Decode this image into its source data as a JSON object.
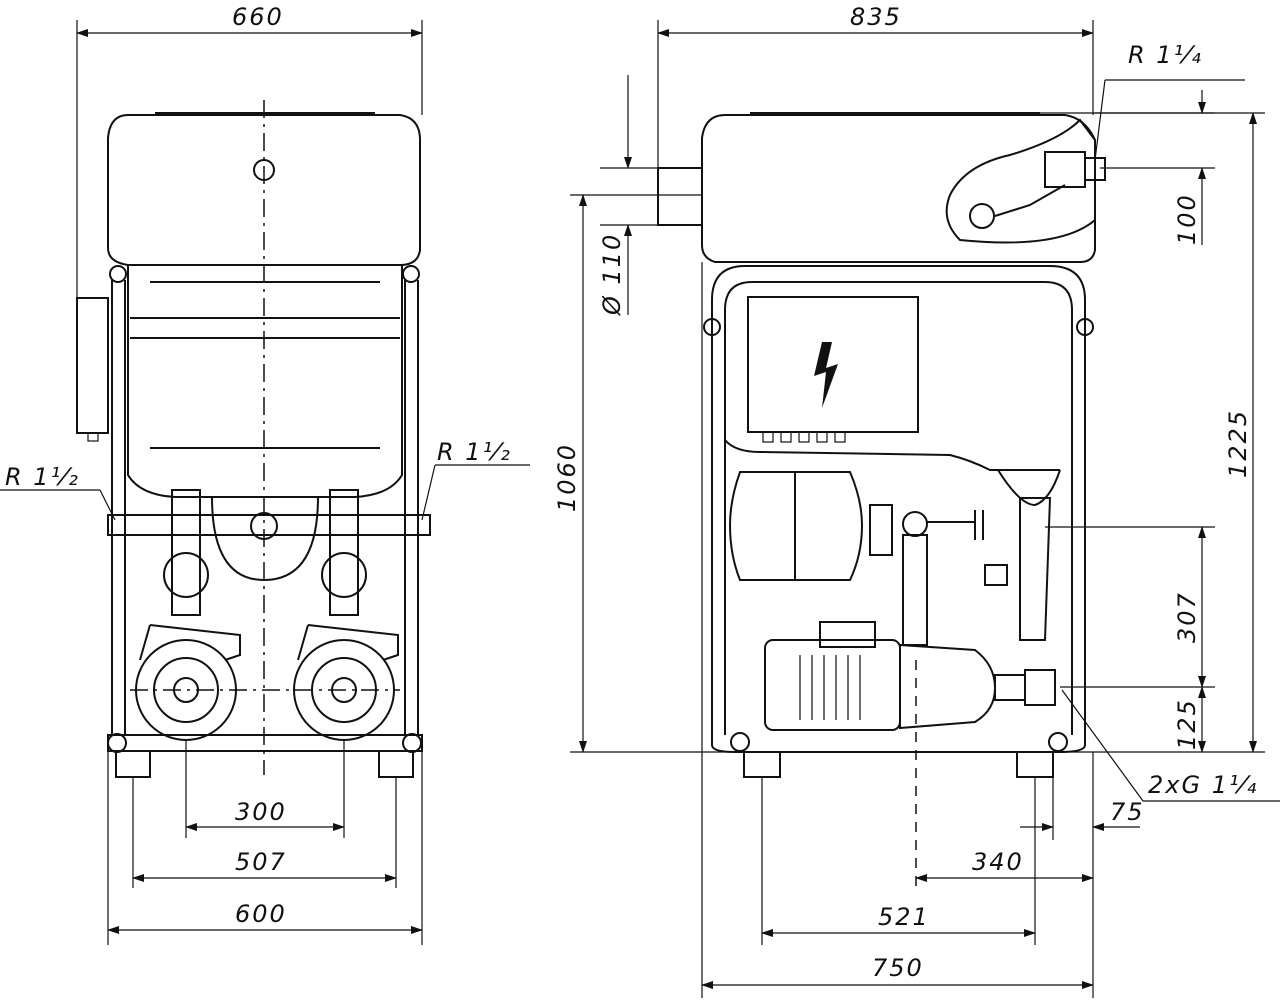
{
  "dimensions": {
    "front_width_top": "660",
    "front_pump_spacing": "300",
    "front_feet_spacing": "507",
    "front_base_width": "600",
    "front_left_connection": "R 1¹⁄₂",
    "front_right_connection": "R 1¹⁄₂",
    "side_width_top": "835",
    "side_top_connection": "R 1¹⁄₄",
    "side_pipe_diameter": "Ø 110",
    "side_height_pipe": "1060",
    "side_height_total": "1225",
    "side_top_offset": "100",
    "side_upper_pipe_height": "307",
    "side_lower_pipe_height": "125",
    "side_outlet_connection": "2xG 1¹⁄₄",
    "side_outlet_offset": "75",
    "side_pump_offset": "340",
    "side_feet_spacing": "521",
    "side_base_width": "750"
  },
  "icons": {
    "electrical_hazard": "lightning-bolt-icon"
  }
}
